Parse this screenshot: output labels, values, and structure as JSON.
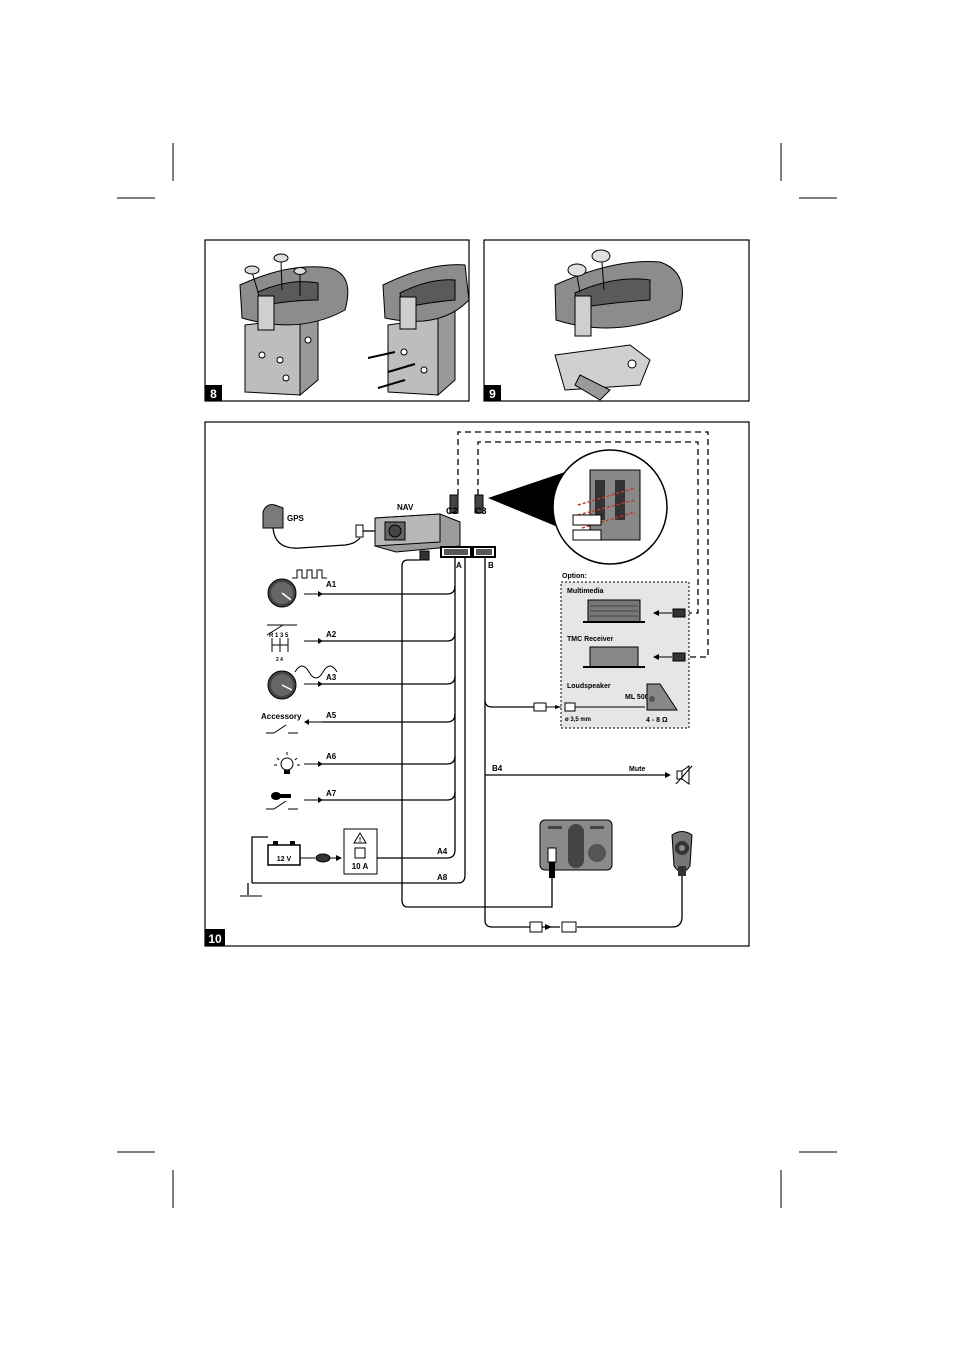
{
  "figures": {
    "fig8": {
      "number": "8"
    },
    "fig9": {
      "number": "9"
    },
    "fig10": {
      "number": "10"
    }
  },
  "head_unit": {
    "label": "NAV"
  },
  "gps": {
    "label": "GPS"
  },
  "connectors": {
    "a": "A",
    "b": "B",
    "c2": "C2",
    "c3": "C3"
  },
  "signals": {
    "a1": "A1",
    "a2": "A2",
    "a3": "A3",
    "a4": "A4",
    "a5": "A5",
    "a6": "A6",
    "a7": "A7",
    "a8": "A8",
    "b4": "B4"
  },
  "gear_labels": {
    "top": "R 1 3 5",
    "bottom": "2 4"
  },
  "accessory": "Accessory",
  "battery": "12 V",
  "fuse": "10 A",
  "option": {
    "title": "Option:",
    "multimedia": "Multimedia",
    "tmc": "TMC Receiver",
    "loudspeaker": "Loudspeaker",
    "model": "ML 5000",
    "jack": "ø 3,5 mm",
    "impedance": "4 - 8 Ω"
  },
  "mute": "Mute"
}
